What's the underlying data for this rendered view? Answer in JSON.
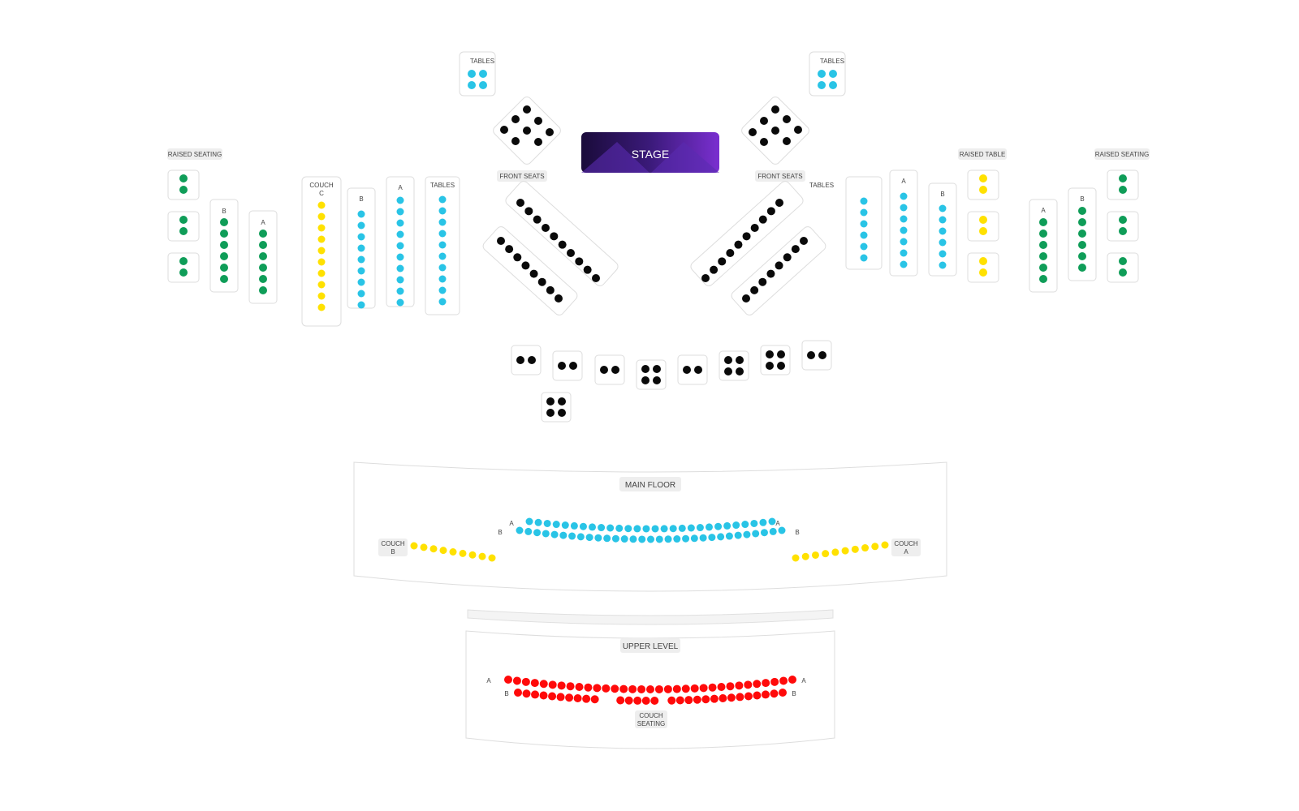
{
  "stage": {
    "label": "STAGE",
    "gradient": [
      "#1a0b3a",
      "#3b1a7a",
      "#7a2fd0"
    ]
  },
  "colors": {
    "green": "#0f9d58",
    "cyan": "#29c4e6",
    "yellow": "#ffe100",
    "black": "#0a0a0a",
    "red": "#ff0a0a",
    "box_border": "#dddddd",
    "label_bg": "#eeeeee"
  },
  "labels": {
    "tables": "TABLES",
    "raised_seating": "RAISED SEATING",
    "raised_table": "RAISED TABLE",
    "front_seats": "FRONT SEATS",
    "couch": "COUCH",
    "couch_c": "C",
    "couch_a": "A",
    "couch_b": "B",
    "row_a": "A",
    "row_b": "B",
    "main_floor": "MAIN FLOOR",
    "upper_level": "UPPER LEVEL",
    "couch_seating_1": "COUCH",
    "couch_seating_2": "SEATING"
  }
}
